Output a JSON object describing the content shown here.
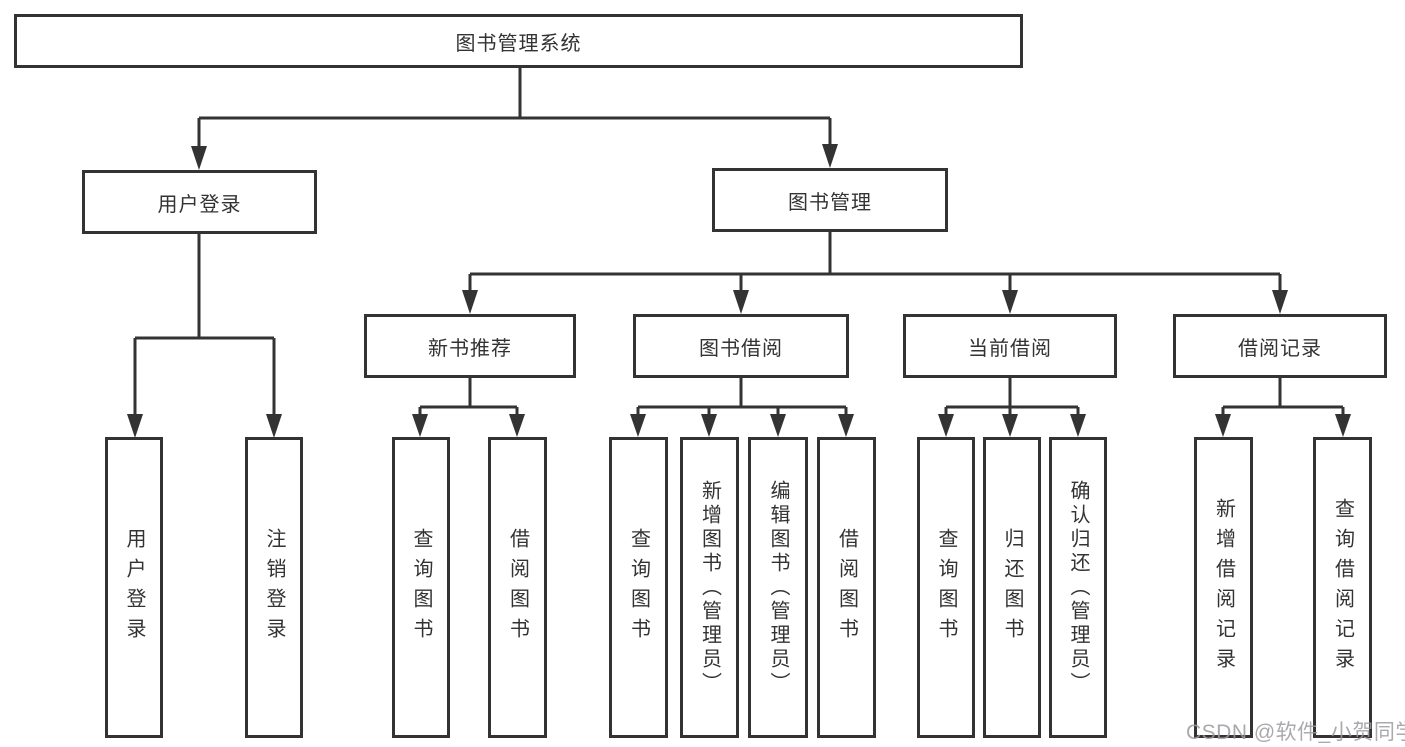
{
  "colors": {
    "line": "#333333",
    "text": "#333333",
    "background": "#ffffff",
    "watermark": "#9b9ba0"
  },
  "diagram_type": "hierarchy-tree",
  "tree": {
    "label": "图书管理系统",
    "children": [
      {
        "label": "用户登录",
        "children": [
          {
            "label": "用户登录"
          },
          {
            "label": "注销登录"
          }
        ]
      },
      {
        "label": "图书管理",
        "children": [
          {
            "label": "新书推荐",
            "children": [
              {
                "label": "查询图书"
              },
              {
                "label": "借阅图书"
              }
            ]
          },
          {
            "label": "图书借阅",
            "children": [
              {
                "label": "查询图书"
              },
              {
                "label": "新增图书（管理员）"
              },
              {
                "label": "编辑图书（管理员）"
              },
              {
                "label": "借阅图书"
              }
            ]
          },
          {
            "label": "当前借阅",
            "children": [
              {
                "label": "查询图书"
              },
              {
                "label": "归还图书"
              },
              {
                "label": "确认归还（管理员）"
              }
            ]
          },
          {
            "label": "借阅记录",
            "children": [
              {
                "label": "新增借阅记录"
              },
              {
                "label": "查询借阅记录"
              }
            ]
          }
        ]
      }
    ]
  },
  "watermark": {
    "text": "CSDN @软件_小贺同学"
  }
}
